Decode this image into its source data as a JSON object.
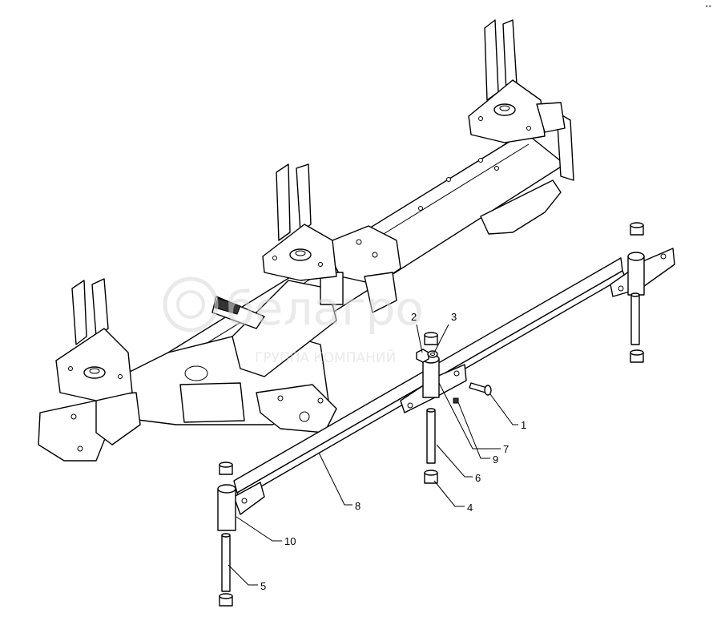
{
  "corner_mark": "°°",
  "watermark": {
    "brand": "белагро",
    "tagline": "ГРУППА КОМПАНИЙ"
  },
  "callouts": [
    {
      "id": "c1",
      "text": "1"
    },
    {
      "id": "c2",
      "text": "2"
    },
    {
      "id": "c3",
      "text": "3"
    },
    {
      "id": "c4",
      "text": "4"
    },
    {
      "id": "c5",
      "text": "5"
    },
    {
      "id": "c6",
      "text": "6"
    },
    {
      "id": "c7",
      "text": "7"
    },
    {
      "id": "c8",
      "text": "8"
    },
    {
      "id": "c9",
      "text": "9"
    },
    {
      "id": "c10",
      "text": "10"
    }
  ]
}
